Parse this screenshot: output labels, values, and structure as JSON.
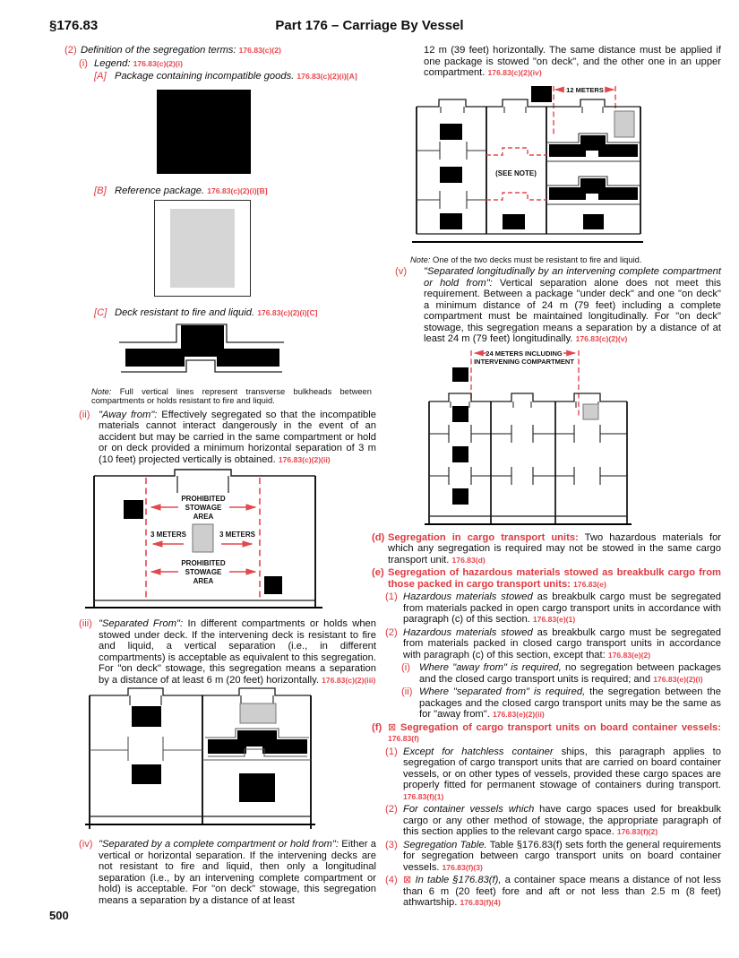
{
  "page": {
    "section": "§176.83",
    "title": "Part 176 – Carriage By Vessel",
    "page_number": "500"
  },
  "left": {
    "p2": {
      "num": "(2)",
      "lead": "Definition of the segregation terms:",
      "cite": "176.83(c)(2)"
    },
    "pi": {
      "num": "(i)",
      "lead": "Legend:",
      "cite": "176.83(c)(2)(i)"
    },
    "pa": {
      "num": "[A]",
      "lead": "Package containing incompatible goods.",
      "cite": "176.83(c)(2)(i)[A]"
    },
    "pb": {
      "num": "[B]",
      "lead": "Reference package.",
      "cite": "176.83(c)(2)(i)[B]"
    },
    "pc": {
      "num": "[C]",
      "lead": "Deck resistant to fire and liquid.",
      "cite": "176.83(c)(2)(i)[C]"
    },
    "note": {
      "label": "Note:",
      "text": "Full vertical lines represent transverse bulkheads between compartments or holds resistant to fire and liquid."
    },
    "pii": {
      "num": "(ii)",
      "lead": "\"Away from\":",
      "body": "Effectively segregated so that the incompatible materials cannot interact dangerously in the event of an accident but may be carried in the same compartment or hold or on deck provided a minimum horizontal separation of 3 m (10 feet) projected vertically is obtained.",
      "cite": "176.83(c)(2)(ii)"
    },
    "piii": {
      "num": "(iii)",
      "lead": "\"Separated From\":",
      "body": "In different compartments or holds when stowed under deck. If the intervening deck is resistant to fire and liquid, a vertical separation (i.e., in different compartments) is acceptable as equivalent to this segregation. For \"on deck\" stowage, this segregation means a separation by a distance of at least 6 m (20 feet) horizontally.",
      "cite": "176.83(c)(2)(iii)"
    },
    "piv": {
      "num": "(iv)",
      "lead": "\"Separated by a complete compartment or hold from\":",
      "body": "Either a vertical or horizontal separation. If the intervening decks are not resistant to fire and liquid, then only a longitudinal separation (i.e., by an intervening complete compartment or hold) is acceptable. For \"on deck\" stowage, this segregation means a separation by a distance of at least"
    }
  },
  "right": {
    "cont": {
      "body": "12 m (39 feet) horizontally. The same distance must be applied if one package is stowed \"on deck\", and the other one in an upper compartment.",
      "cite": "176.83(c)(2)(iv)"
    },
    "note": {
      "label": "Note:",
      "text": "One of the two decks must be resistant to fire and liquid."
    },
    "pv": {
      "num": "(v)",
      "lead": "\"Separated longitudinally by an intervening complete compartment or hold from\":",
      "body": "Vertical separation alone does not meet this requirement. Between a package \"under deck\" and one \"on deck\" a minimum distance of 24 m (79 feet) including a complete compartment must be maintained longitudinally. For \"on deck\" stowage, this segregation means a separation by a distance of at least 24 m (79 feet) longitudinally.",
      "cite": "176.83(c)(2)(v)"
    },
    "pd": {
      "num": "(d)",
      "lead": "Segregation in cargo transport units:",
      "body": "Two hazardous materials for which any segregation is required may not be stowed in the same cargo transport unit.",
      "cite": "176.83(d)"
    },
    "pe": {
      "num": "(e)",
      "lead": "Segregation of hazardous materials stowed as breakbulk cargo from those packed in cargo transport units:",
      "cite": "176.83(e)"
    },
    "pe1": {
      "num": "(1)",
      "lead": "Hazardous materials stowed",
      "body": "as breakbulk cargo must be segregated from materials packed in open cargo transport units in accordance with paragraph (c) of this section.",
      "cite": "176.83(e)(1)"
    },
    "pe2": {
      "num": "(2)",
      "lead": "Hazardous materials stowed",
      "body": "as breakbulk cargo must be segregated from materials packed in closed cargo transport units in accordance with paragraph (c) of this section, except that:",
      "cite": "176.83(e)(2)"
    },
    "pe2i": {
      "num": "(i)",
      "lead": "Where \"away from\" is required,",
      "body": "no segregation between packages and the closed cargo transport units is required; and",
      "cite": "176.83(e)(2)(i)"
    },
    "pe2ii": {
      "num": "(ii)",
      "lead": "Where \"separated from\" is required,",
      "body": "the segregation between the packages and the closed cargo transport units may be the same as for \"away from\".",
      "cite": "176.83(e)(2)(ii)"
    },
    "pf": {
      "num": "(f)",
      "sym": "⊠",
      "lead": "Segregation of cargo transport units on board container vessels:",
      "cite": "176.83(f)"
    },
    "pf1": {
      "num": "(1)",
      "lead": "Except for hatchless container",
      "body": "ships, this paragraph applies to segregation of cargo transport units that are carried on board container vessels, or on other types of vessels, provided these cargo spaces are properly fitted for permanent stowage of containers during transport.",
      "cite": "176.83(f)(1)"
    },
    "pf2": {
      "num": "(2)",
      "lead": "For container vessels which",
      "body": "have cargo spaces used for breakbulk cargo or any other method of stowage, the appropriate paragraph of this section applies to the relevant cargo space.",
      "cite": "176.83(f)(2)"
    },
    "pf3": {
      "num": "(3)",
      "lead": "Segregation Table.",
      "body": "Table §176.83(f) sets forth the general requirements for segregation between cargo transport units on board container vessels.",
      "cite": "176.83(f)(3)"
    },
    "pf4": {
      "num": "(4)",
      "sym": "⊠",
      "lead": "In table §176.83(f),",
      "body": "a container space means a distance of not less than 6 m (20 feet) fore and aft or not less than 2.5 m (8 feet) athwartship.",
      "cite": "176.83(f)(4)"
    }
  },
  "diagrams": {
    "away": {
      "p1": "PROHIBITED",
      "p2": "STOWAGE",
      "p3": "AREA",
      "meters": "3 METERS"
    },
    "comp": {
      "meters": "12 METERS",
      "see_note": "(SEE NOTE)"
    },
    "longi": {
      "l1": "24 METERS INCLUDING",
      "l2": "INTERVENING COMPARTMENT"
    }
  }
}
